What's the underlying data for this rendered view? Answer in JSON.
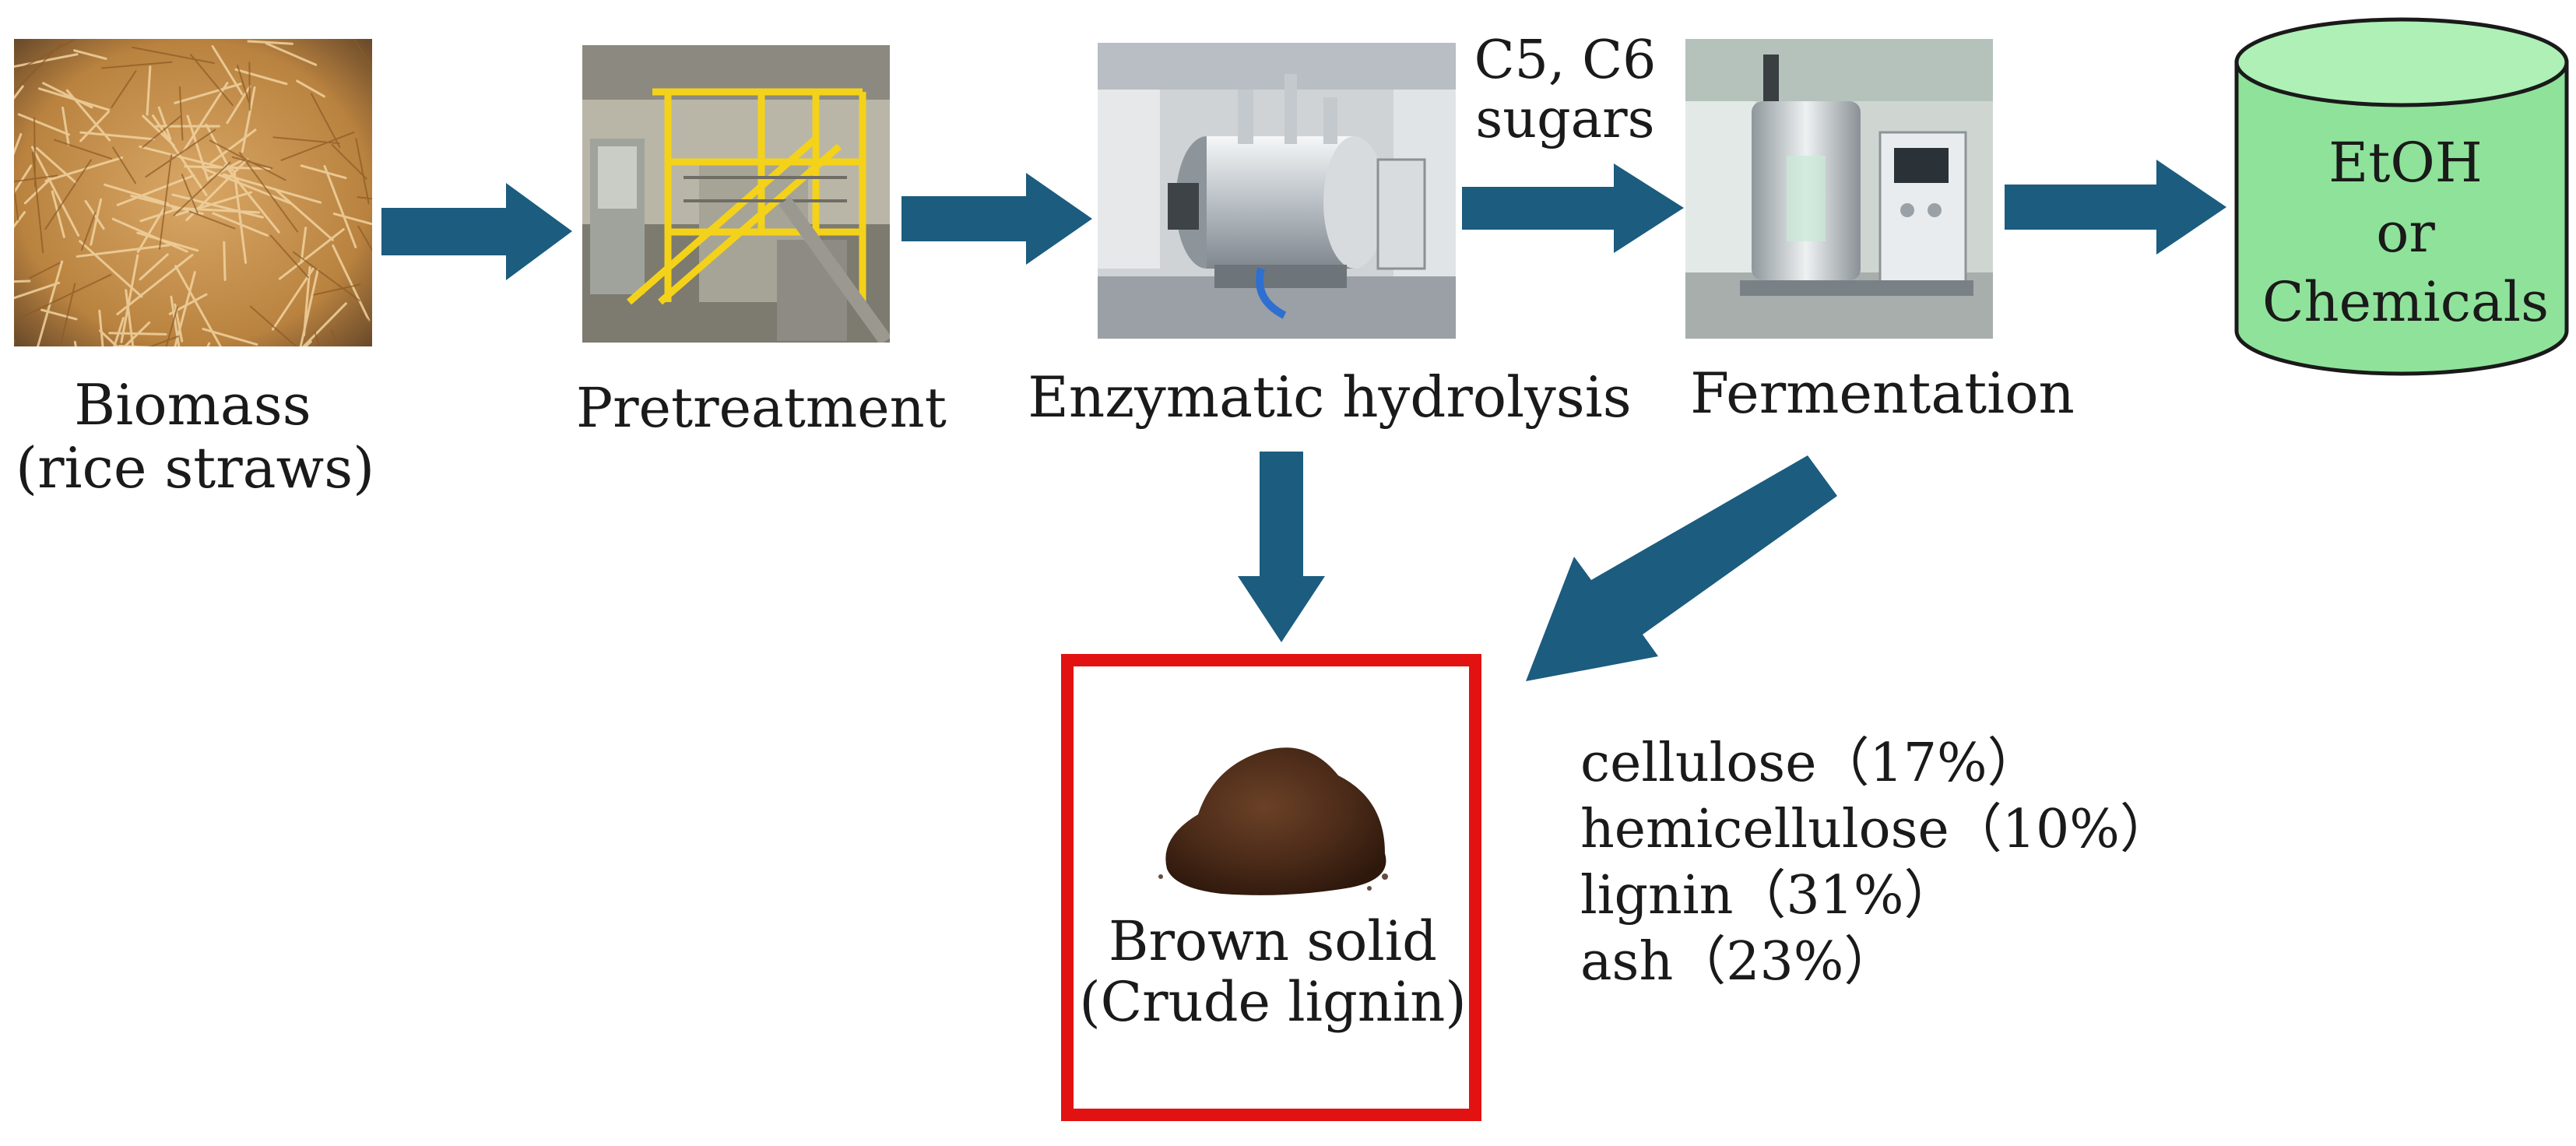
{
  "colors": {
    "arrow": "#1b5c7f",
    "cylinder_fill": "#8fe29a",
    "cylinder_top": "#aef0b6",
    "highlight_box": "#e31212",
    "powder": "#4a2a18"
  },
  "stages": {
    "biomass": {
      "label_line1": "Biomass",
      "label_line2": "(rice straws)"
    },
    "pretreatment": {
      "label": "Pretreatment"
    },
    "hydrolysis": {
      "label": "Enzymatic hydrolysis"
    },
    "fermentation": {
      "label": "Fermentation"
    }
  },
  "sugars_label": {
    "line1": "C5, C6",
    "line2": "sugars"
  },
  "product": {
    "line1": "EtOH",
    "line2": "or",
    "line3": "Chemicals"
  },
  "residue": {
    "line1": "Brown solid",
    "line2": "(Crude lignin)",
    "composition": [
      "cellulose（17%）",
      "hemicellulose（10%）",
      "lignin（31%）",
      "ash（23%）"
    ]
  }
}
